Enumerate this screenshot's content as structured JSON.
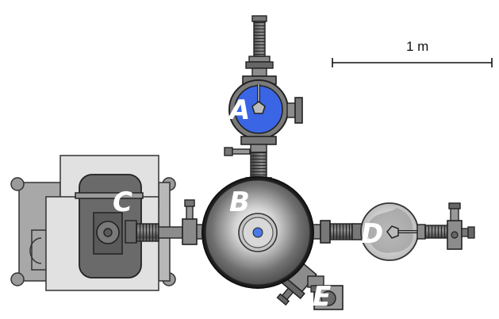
{
  "scale_bar": {
    "label": "1 m"
  },
  "labels": {
    "a": "A",
    "b": "B",
    "c": "C",
    "d": "D",
    "e": "E"
  },
  "colors": {
    "chamber_a": "#3a66e6",
    "port_b": "#4a78e6",
    "label_text": "#ffffff",
    "chamber_d": "#d8d8d8"
  }
}
